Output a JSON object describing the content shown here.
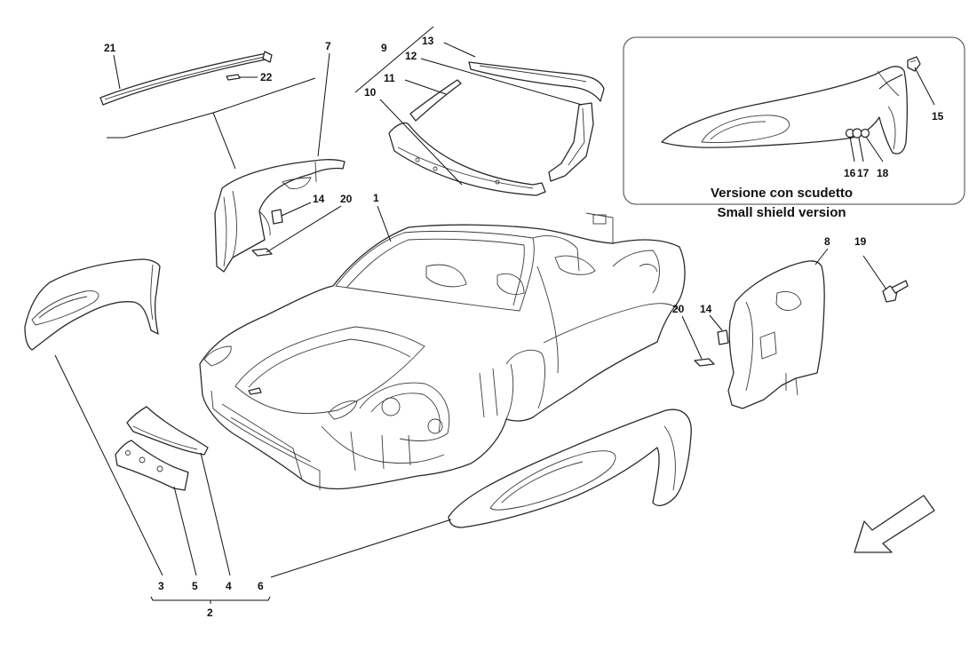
{
  "inset": {
    "caption_it": "Versione con scudetto",
    "caption_en": "Small shield version"
  },
  "callouts": {
    "c1": "1",
    "c2": "2",
    "c3": "3",
    "c4": "4",
    "c5": "5",
    "c6": "6",
    "c7": "7",
    "c8": "8",
    "c9": "9",
    "c10": "10",
    "c11": "11",
    "c12": "12",
    "c13": "13",
    "c14a": "14",
    "c14b": "14",
    "c15": "15",
    "c16": "16",
    "c17": "17",
    "c18": "18",
    "c19": "19",
    "c20a": "20",
    "c20b": "20",
    "c21": "21",
    "c22": "22"
  },
  "icons": {
    "direction_arrow": "direction-arrow-icon"
  }
}
